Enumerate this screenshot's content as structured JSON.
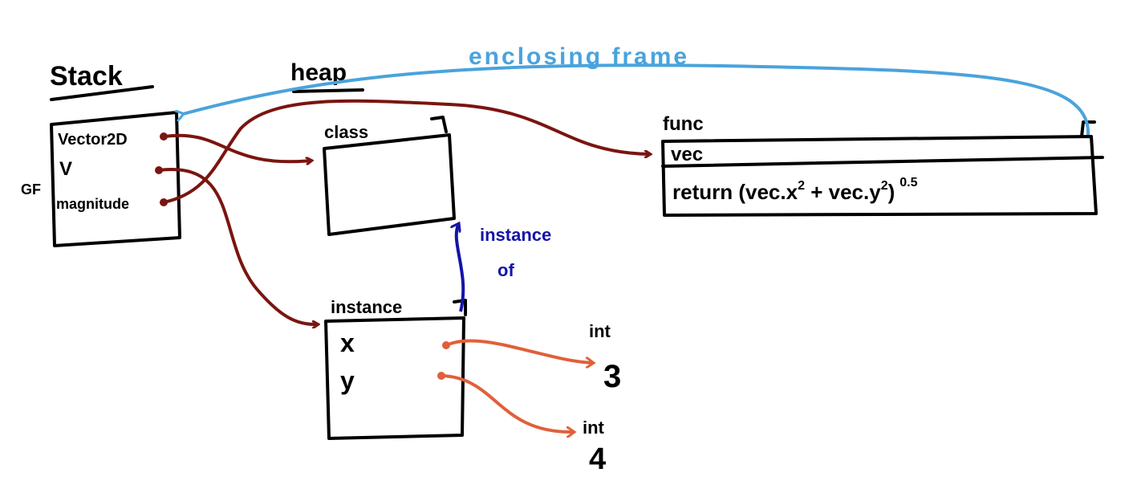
{
  "colors": {
    "ink": "#000000",
    "stack_arrows": "#7a1510",
    "enclosing_frame": "#4aa3dc",
    "instance_of": "#1414a8",
    "int_arrows": "#e0603a"
  },
  "stack": {
    "title": "Stack",
    "frame_label": "GF",
    "vars": [
      "Vector2D",
      "V",
      "magnitude"
    ]
  },
  "heap": {
    "title": "heap",
    "class_label": "class",
    "instance_label": "instance",
    "instance_fields": [
      "x",
      "y"
    ],
    "instance_of_label": [
      "instance",
      "of"
    ],
    "ints": [
      {
        "type": "int",
        "value": "3"
      },
      {
        "type": "int",
        "value": "4"
      }
    ],
    "func": {
      "label": "func",
      "param": "vec",
      "body": "return (vec.x",
      "body_mid": " + vec.y",
      "exp1": "2",
      "exp2": "2",
      "close": ")",
      "power": "0.5"
    }
  },
  "enclosing_frame_label": "enclosing frame"
}
